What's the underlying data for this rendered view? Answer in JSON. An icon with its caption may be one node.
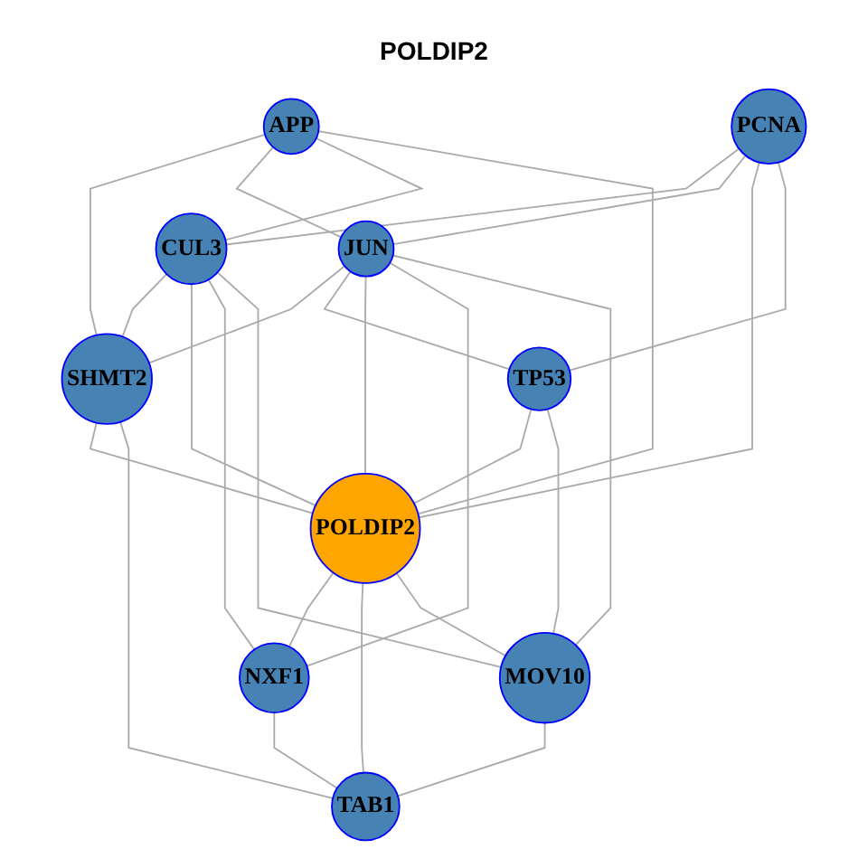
{
  "diagram": {
    "title": "POLDIP2",
    "nodes": [
      {
        "text": [
          "APP"
        ]
      },
      {
        "text": [
          "PCNA"
        ]
      },
      {
        "text": [
          "CUL3"
        ]
      },
      {
        "text": [
          "JUN"
        ]
      },
      {
        "text": [
          "TP53"
        ]
      },
      {
        "text": [
          "SHMT2"
        ]
      },
      {
        "text": [
          "POLDIP2"
        ]
      },
      {
        "text": [
          "NXF1"
        ]
      },
      {
        "text": [
          "MOV10"
        ]
      },
      {
        "text": [
          "TAB1"
        ]
      }
    ],
    "edges": [
      {
        "from": 0,
        "to": 5,
        "arrow": "none"
      },
      {
        "from": 0,
        "to": 3,
        "arrow": "none"
      },
      {
        "from": 0,
        "to": 2,
        "arrow": "none"
      },
      {
        "from": 0,
        "to": 6,
        "arrow": "none"
      },
      {
        "from": 1,
        "to": 2,
        "arrow": "none"
      },
      {
        "from": 1,
        "to": 3,
        "arrow": "none"
      },
      {
        "from": 1,
        "to": 6,
        "arrow": "none"
      },
      {
        "from": 1,
        "to": 4,
        "arrow": "none"
      },
      {
        "from": 2,
        "to": 5,
        "arrow": "none"
      },
      {
        "from": 2,
        "to": 6,
        "arrow": "none"
      },
      {
        "from": 2,
        "to": 7,
        "arrow": "none"
      },
      {
        "from": 2,
        "to": 8,
        "arrow": "none"
      },
      {
        "from": 3,
        "to": 5,
        "arrow": "none"
      },
      {
        "from": 3,
        "to": 4,
        "arrow": "none"
      },
      {
        "from": 3,
        "to": 6,
        "arrow": "none"
      },
      {
        "from": 3,
        "to": 7,
        "arrow": "none"
      },
      {
        "from": 3,
        "to": 8,
        "arrow": "none"
      },
      {
        "from": 4,
        "to": 6,
        "arrow": "none"
      },
      {
        "from": 4,
        "to": 8,
        "arrow": "none"
      },
      {
        "from": 5,
        "to": 6,
        "arrow": "none"
      },
      {
        "from": 5,
        "to": 9,
        "arrow": "none"
      },
      {
        "from": 6,
        "to": 7,
        "arrow": "none"
      },
      {
        "from": 6,
        "to": 9,
        "arrow": "none"
      },
      {
        "from": 6,
        "to": 8,
        "arrow": "none"
      },
      {
        "from": 7,
        "to": 9,
        "arrow": "none"
      },
      {
        "from": 8,
        "to": 9,
        "arrow": "none"
      }
    ]
  }
}
